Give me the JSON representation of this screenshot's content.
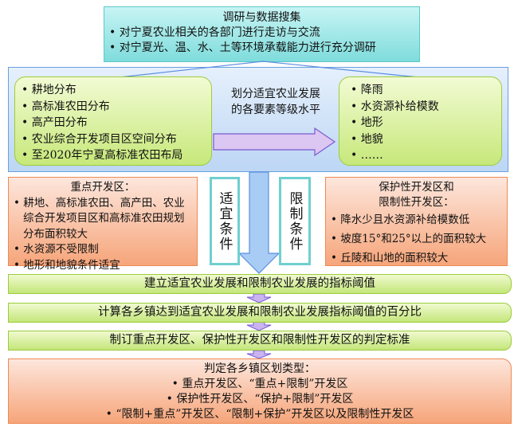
{
  "top": {
    "title": "调研与数据搜集",
    "items": [
      "对宁夏农业相关的各部门进行走访与交流",
      "对宁夏光、温、水、土等环境承载能力进行充分调研"
    ]
  },
  "left_factors": [
    "耕地分布",
    "高标准农田分布",
    "高产田分布",
    "农业综合开发项目区空间分布",
    "至2020年宁夏高标准农田布局"
  ],
  "middle_label": [
    "划分适宜农业发展",
    "的各要素等级水平"
  ],
  "right_factors": [
    "降雨",
    "水资源补给模数",
    "地形",
    "地貌",
    "……"
  ],
  "key_zone": {
    "title": "重点开发区：",
    "items": [
      "耕地、高标准农田、高产田、农业综合开发项目区和高标准农田规划分布面积较大",
      "水资源不受限制",
      "地形和地貌条件适宜"
    ]
  },
  "suitable_label": "适宜条件",
  "restrict_label": "限制条件",
  "protect_zone": {
    "title": [
      "保护性开发区和",
      "限制性开发区："
    ],
    "items": [
      "降水少且水资源补给模数低",
      "坡度15°和25°以上的面积较大",
      "丘陵和山地的面积较大"
    ]
  },
  "steps": [
    "建立适宜农业发展和限制农业发展的指标阈值",
    "计算各乡镇达到适宜农业发展和限制农业发展指标阈值的百分比",
    "制订重点开发区、保护性开发区和限制性开发区的判定标准"
  ],
  "final": {
    "title": "判定各乡镇区划类型：",
    "items": [
      "重点开发区、“重点+限制”开发区",
      "保护性开发区、“保护+限制”开发区",
      "“限制+重点”开发区、“限制+保护”开发区以及限制性开发区"
    ]
  }
}
